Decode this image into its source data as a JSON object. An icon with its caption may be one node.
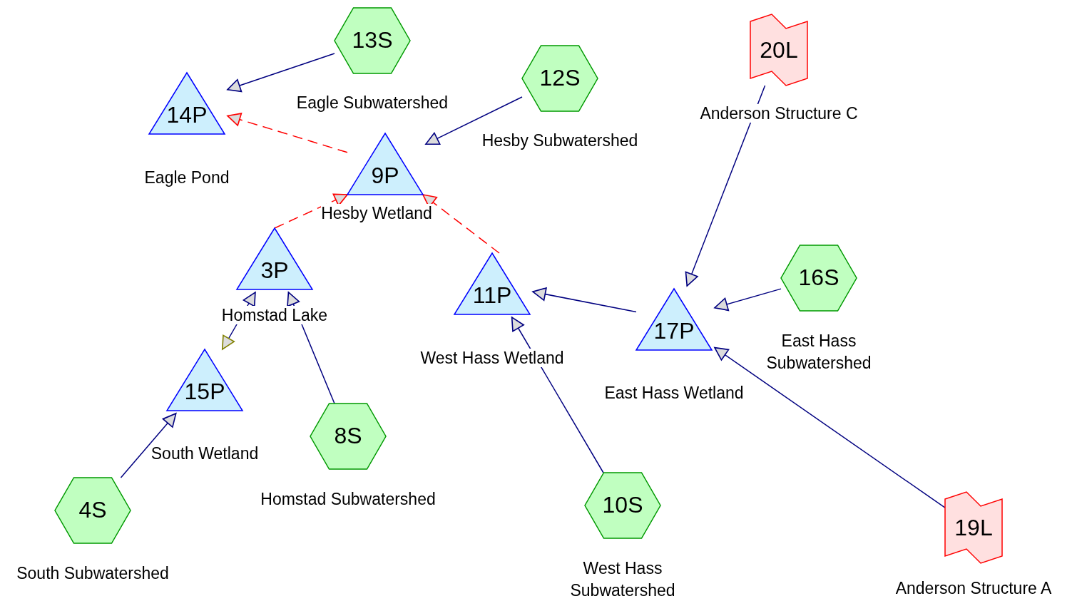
{
  "diagram": {
    "nodes": [
      {
        "text": [
          "13S"
        ],
        "beside": [
          "Eagle Subwatershed"
        ]
      },
      {
        "text": [
          "12S"
        ],
        "beside": [
          "Hesby Subwatershed"
        ]
      },
      {
        "text": [
          "20L"
        ],
        "beside": [
          "Anderson Structure C"
        ]
      },
      {
        "text": [
          "14P"
        ],
        "beside": [
          "Eagle Pond"
        ]
      },
      {
        "text": [
          "9P"
        ],
        "beside": [
          "Hesby Wetland"
        ]
      },
      {
        "text": [
          "3P"
        ],
        "beside": [
          "Homstad Lake"
        ]
      },
      {
        "text": [
          "16S"
        ],
        "beside": [
          "East Hass Subwatershed"
        ]
      },
      {
        "text": [
          "11P"
        ],
        "beside": [
          "West Hass Wetland"
        ]
      },
      {
        "text": [
          "17P"
        ],
        "beside": [
          "East Hass Wetland"
        ]
      },
      {
        "text": [
          "15P"
        ],
        "beside": [
          "South Wetland"
        ]
      },
      {
        "text": [
          "8S"
        ],
        "beside": [
          "Homstad Subwatershed"
        ]
      },
      {
        "text": [
          "10S"
        ],
        "beside": [
          "West Hass Subwatershed"
        ]
      },
      {
        "text": [
          "4S"
        ],
        "beside": [
          "South Subwatershed"
        ]
      },
      {
        "text": [
          "19L"
        ],
        "beside": [
          "Anderson Structure A"
        ]
      }
    ],
    "edges": [
      {
        "from": 0,
        "to": 3,
        "arrow": "to"
      },
      {
        "from": 4,
        "to": 3,
        "arrow": "to",
        "style": "dashed",
        "color": "#ff0000"
      },
      {
        "from": 1,
        "to": 4,
        "arrow": "to"
      },
      {
        "from": 5,
        "to": 4,
        "arrow": "to",
        "style": "dashed",
        "color": "#ff0000"
      },
      {
        "from": 7,
        "to": 4,
        "arrow": "to",
        "style": "dashed",
        "color": "#ff0000"
      },
      {
        "from": 2,
        "to": 8,
        "arrow": "to"
      },
      {
        "from": 6,
        "to": 8,
        "arrow": "to"
      },
      {
        "from": 8,
        "to": 7,
        "arrow": "to"
      },
      {
        "from": 11,
        "to": 7,
        "arrow": "to"
      },
      {
        "from": 13,
        "to": 8,
        "arrow": "to"
      },
      {
        "from": 9,
        "to": 5,
        "arrow": "both"
      },
      {
        "from": 10,
        "to": 5,
        "arrow": "to"
      },
      {
        "from": 12,
        "to": 9,
        "arrow": "to"
      }
    ]
  }
}
